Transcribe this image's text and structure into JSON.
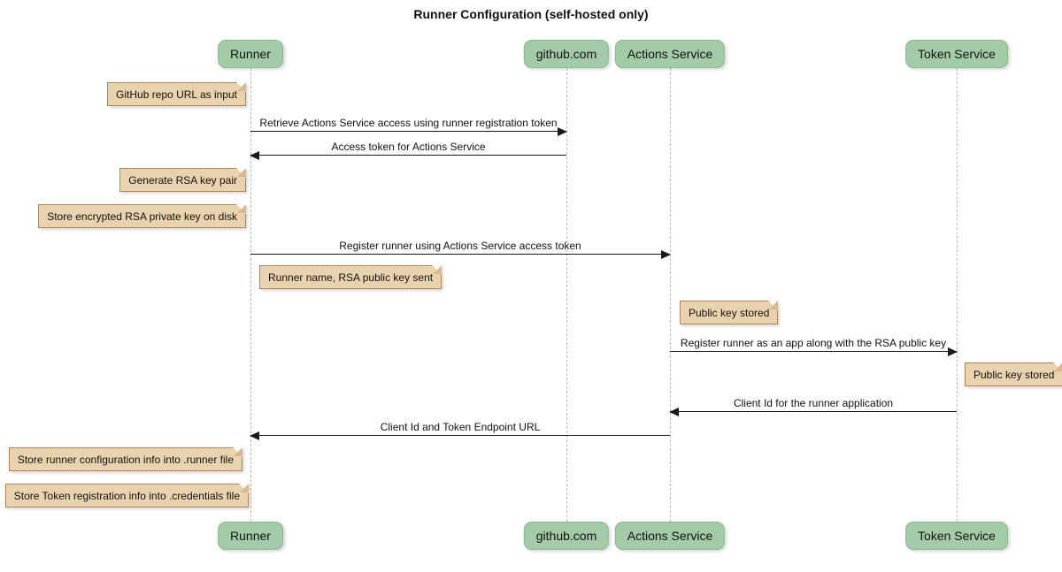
{
  "title": "Runner Configuration (self-hosted only)",
  "colors": {
    "participant_fill": "#a3cba8",
    "participant_border": "#8bb890",
    "note_fill": "#e9d2ae",
    "note_border": "#b5835a",
    "note_fold": "#d9b88d",
    "lifeline": "#bdbdbd",
    "message": "#1a1a1a"
  },
  "participants": [
    {
      "label": "Runner"
    },
    {
      "label": "github.com"
    },
    {
      "label": "Actions Service"
    },
    {
      "label": "Token Service"
    }
  ],
  "messages": [
    {
      "label": "Retrieve Actions Service access using runner registration token",
      "from": "Runner",
      "to": "github.com"
    },
    {
      "label": "Access token for Actions Service",
      "from": "github.com",
      "to": "Runner"
    },
    {
      "label": "Register runner using Actions Service access token",
      "from": "Runner",
      "to": "Actions Service"
    },
    {
      "label": "Register runner as an app along with the RSA public key",
      "from": "Actions Service",
      "to": "Token Service"
    },
    {
      "label": "Client Id for the runner application",
      "from": "Token Service",
      "to": "Actions Service"
    },
    {
      "label": "Client Id and Token Endpoint URL",
      "from": "Actions Service",
      "to": "Runner"
    }
  ],
  "notes": [
    {
      "text": "GitHub repo URL as input",
      "anchor": "left of Runner"
    },
    {
      "text": "Generate RSA key pair",
      "anchor": "left of Runner"
    },
    {
      "text": "Store encrypted RSA private key on disk",
      "anchor": "left of Runner"
    },
    {
      "text": "Runner name, RSA public key sent",
      "anchor": "right of Runner"
    },
    {
      "text": "Public key stored",
      "anchor": "right of Actions Service"
    },
    {
      "text": "Public key stored",
      "anchor": "right of Token Service"
    },
    {
      "text": "Store runner configuration info into .runner file",
      "anchor": "left of Runner"
    },
    {
      "text": "Store Token registration info into .credentials file",
      "anchor": "left of Runner"
    }
  ]
}
